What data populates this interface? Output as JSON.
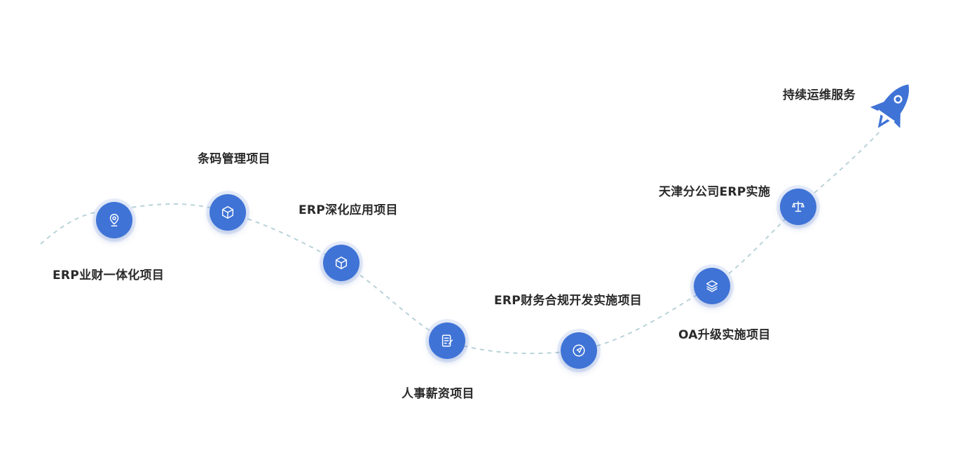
{
  "milestones": [
    {
      "label": "ERP业财一体化项目",
      "icon": "location-pin-icon"
    },
    {
      "label": "条码管理项目",
      "icon": "cube-icon"
    },
    {
      "label": "ERP深化应用项目",
      "icon": "cube-icon"
    },
    {
      "label": "人事薪资项目",
      "icon": "document-edit-icon"
    },
    {
      "label": "ERP财务合规开发实施项目",
      "icon": "send-icon"
    },
    {
      "label": "OA升级实施项目",
      "icon": "layers-icon"
    },
    {
      "label": "天津分公司ERP实施",
      "icon": "scale-icon"
    }
  ],
  "final_goal": {
    "label": "持续运维服务",
    "icon": "rocket-icon"
  },
  "colors": {
    "node": "#3f73d6",
    "path": "#b9d3d8",
    "text": "#2a2a2a"
  }
}
